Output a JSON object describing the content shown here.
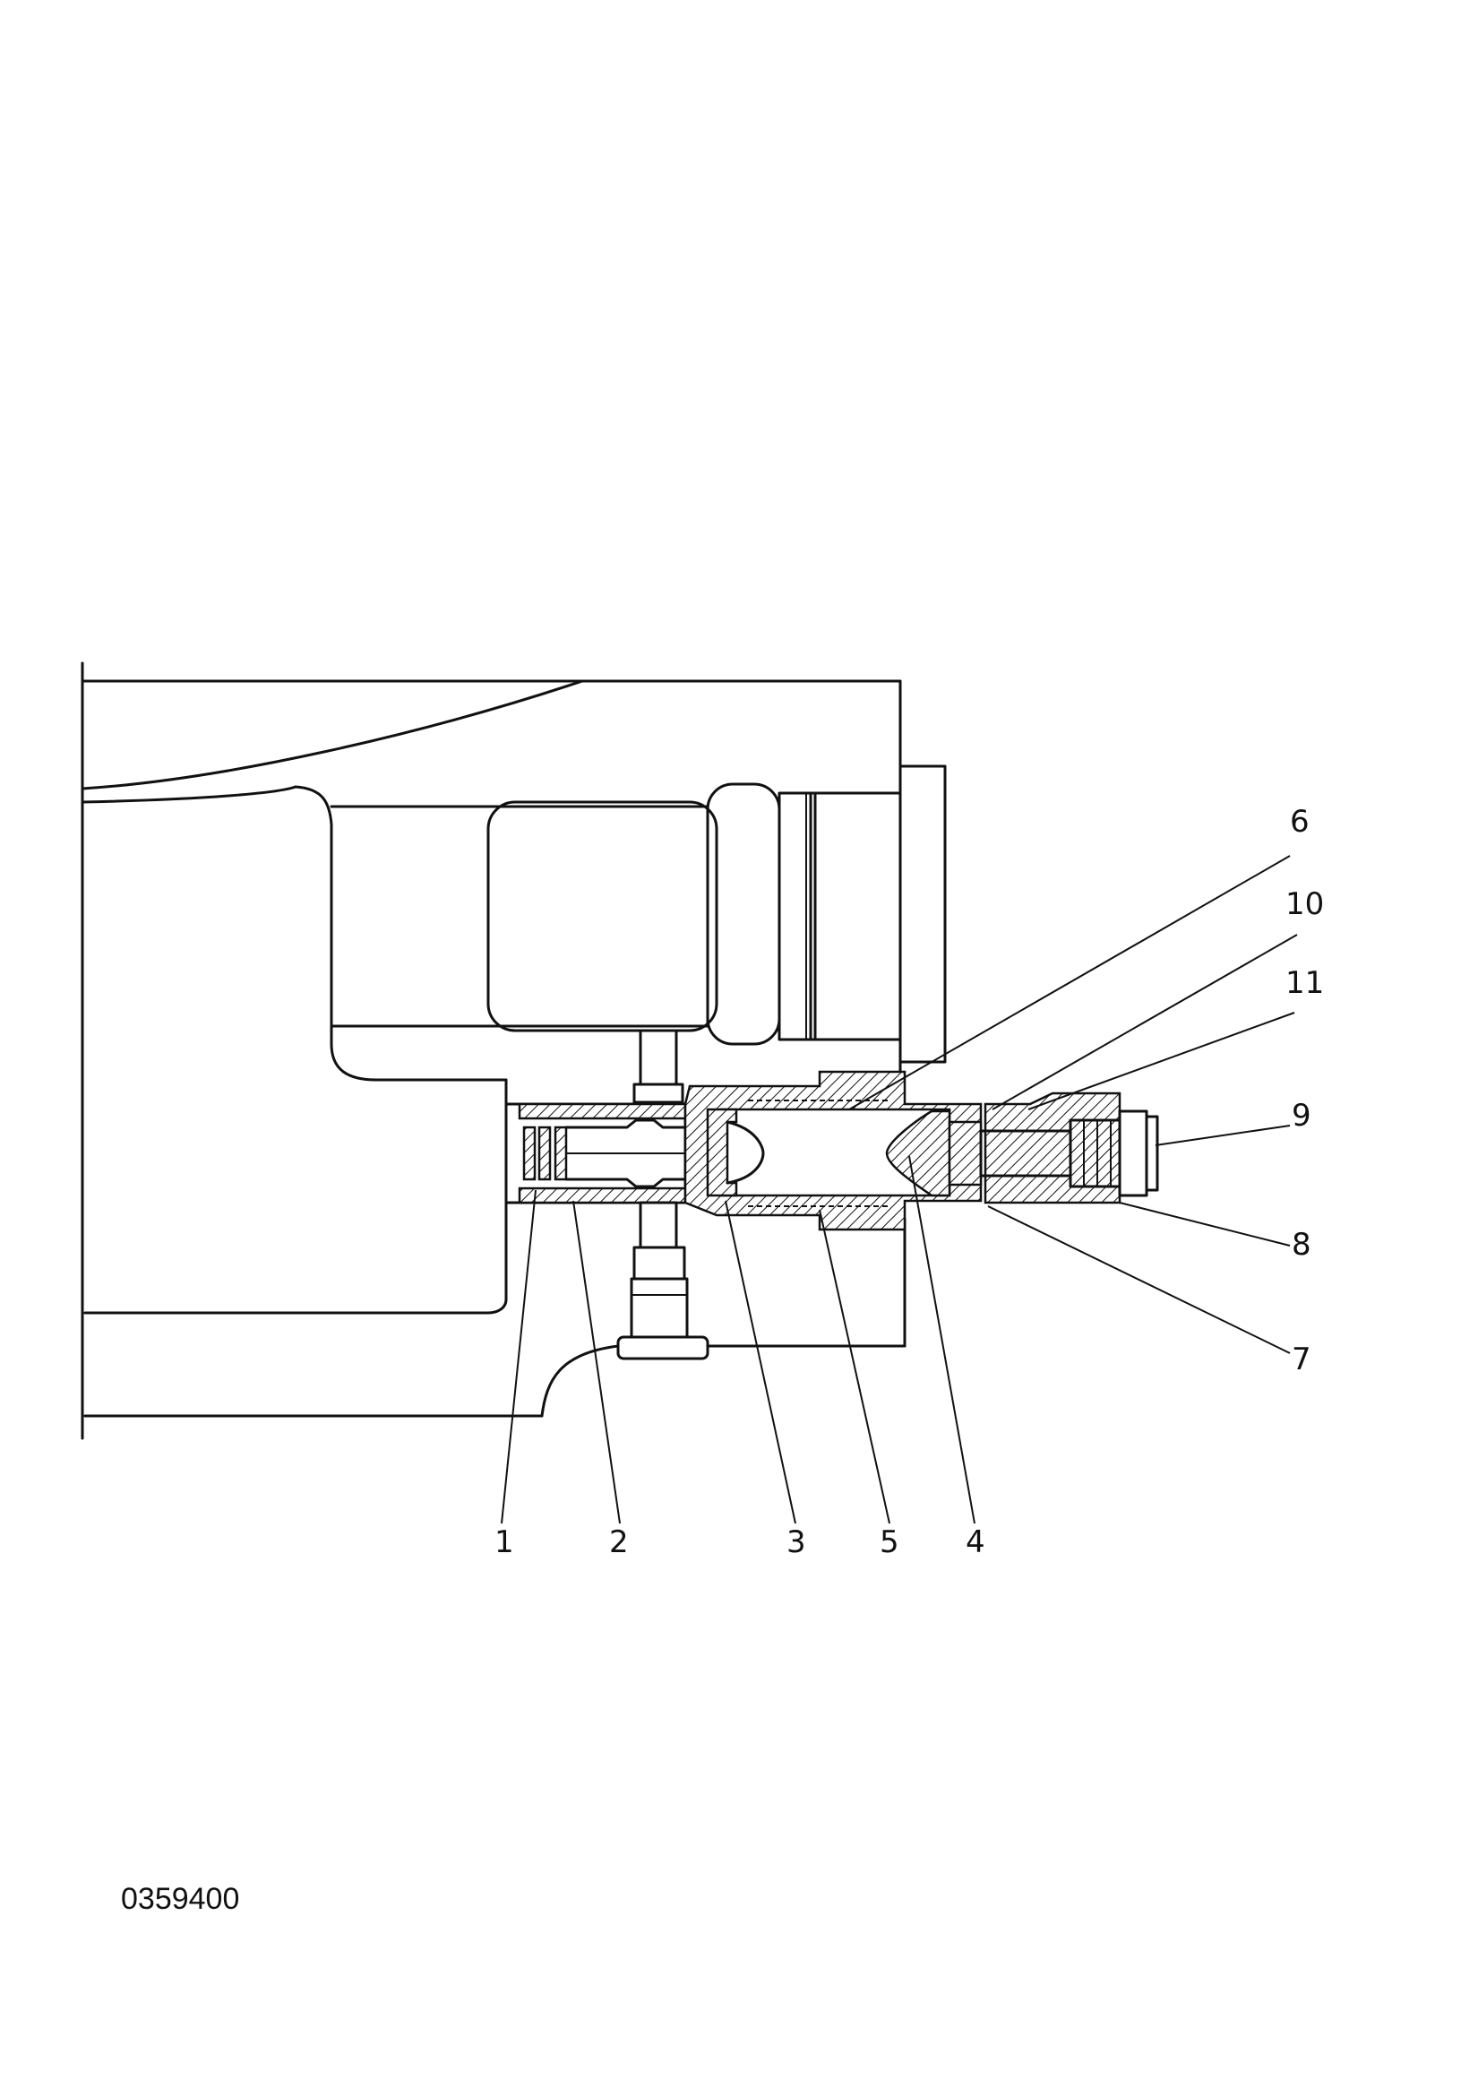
{
  "drawing_number": "0359400",
  "callouts": [
    {
      "id": "1",
      "text": "1"
    },
    {
      "id": "2",
      "text": "2"
    },
    {
      "id": "3",
      "text": "3"
    },
    {
      "id": "4",
      "text": "4"
    },
    {
      "id": "5",
      "text": "5"
    },
    {
      "id": "6",
      "text": "6"
    },
    {
      "id": "7",
      "text": "7"
    },
    {
      "id": "8",
      "text": "8"
    },
    {
      "id": "9",
      "text": "9"
    },
    {
      "id": "10",
      "text": "10"
    },
    {
      "id": "11",
      "text": "11"
    }
  ]
}
